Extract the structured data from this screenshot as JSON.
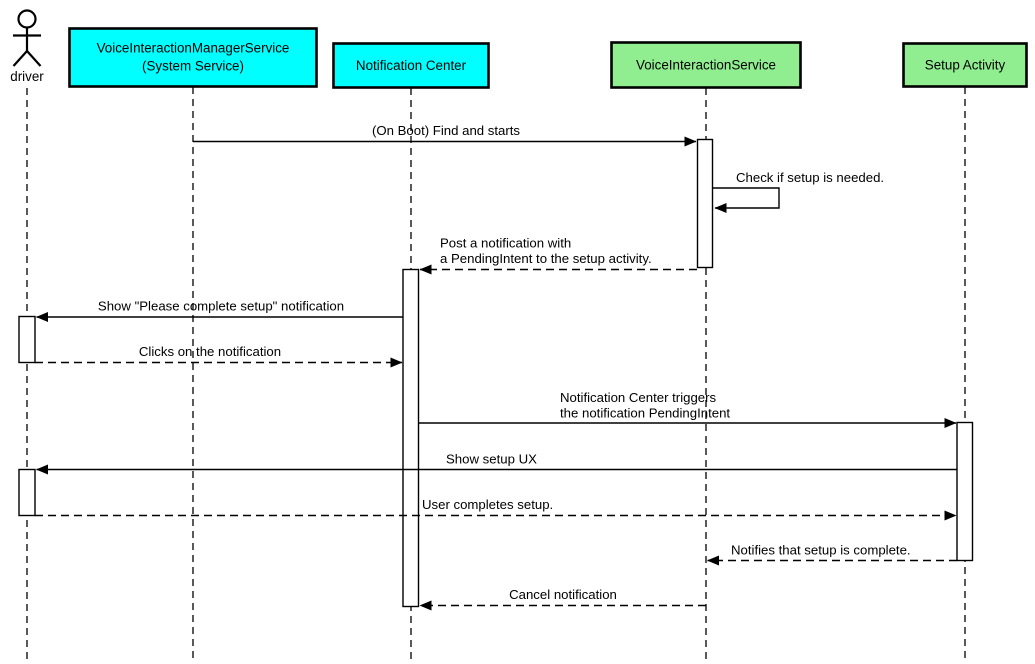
{
  "diagram": {
    "type": "uml-sequence-diagram",
    "colors": {
      "participant_cyan": "#00ffff",
      "participant_green": "#90ee90",
      "stroke": "#000000",
      "background": "#ffffff"
    },
    "participants": [
      {
        "id": "driver",
        "kind": "actor",
        "lines": [
          "driver"
        ]
      },
      {
        "id": "vims",
        "kind": "object",
        "lines": [
          "VoiceInteractionManagerService",
          "(System Service)"
        ],
        "fill": "#00ffff"
      },
      {
        "id": "notification-center",
        "kind": "object",
        "lines": [
          "Notification Center"
        ],
        "fill": "#00ffff"
      },
      {
        "id": "voice-interaction-service",
        "kind": "object",
        "lines": [
          "VoiceInteractionService"
        ],
        "fill": "#90ee90"
      },
      {
        "id": "setup-activity",
        "kind": "object",
        "lines": [
          "Setup Activity"
        ],
        "fill": "#90ee90"
      }
    ],
    "messages": [
      {
        "from": "vims",
        "to": "voice-interaction-service",
        "line_style": "solid",
        "lines": [
          "(On Boot) Find and starts"
        ]
      },
      {
        "from": "voice-interaction-service",
        "to": "voice-interaction-service",
        "line_style": "self",
        "lines": [
          "Check if setup is needed."
        ]
      },
      {
        "from": "voice-interaction-service",
        "to": "notification-center",
        "line_style": "dashed",
        "lines": [
          "Post a notification with",
          "a PendingIntent to the setup activity."
        ]
      },
      {
        "from": "notification-center",
        "to": "driver",
        "line_style": "solid",
        "lines": [
          "Show \"Please complete setup\" notification"
        ]
      },
      {
        "from": "driver",
        "to": "notification-center",
        "line_style": "dashed",
        "lines": [
          "Clicks on the notification"
        ]
      },
      {
        "from": "notification-center",
        "to": "setup-activity",
        "line_style": "solid",
        "lines": [
          "Notification Center triggers",
          "the notification PendingIntent"
        ]
      },
      {
        "from": "setup-activity",
        "to": "driver",
        "line_style": "solid",
        "lines": [
          "Show setup UX"
        ]
      },
      {
        "from": "driver",
        "to": "setup-activity",
        "line_style": "dashed",
        "lines": [
          "User completes setup."
        ]
      },
      {
        "from": "setup-activity",
        "to": "voice-interaction-service",
        "line_style": "dashed",
        "lines": [
          "Notifies that setup is complete."
        ]
      },
      {
        "from": "voice-interaction-service",
        "to": "notification-center",
        "line_style": "dashed",
        "lines": [
          "Cancel notification"
        ]
      }
    ]
  }
}
